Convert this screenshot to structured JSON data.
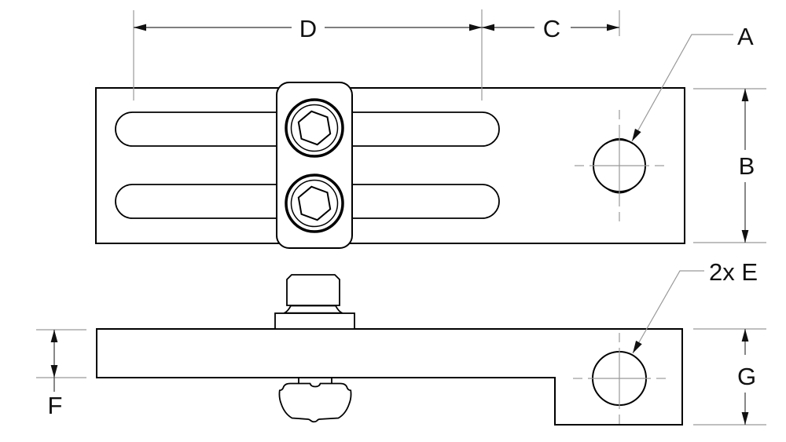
{
  "drawing": {
    "background_color": "#ffffff",
    "outline_color": "#000000",
    "dimension_line_color": "#555555",
    "extension_line_color": "#999999",
    "centerline_color": "#999999",
    "arrow_color": "#111111",
    "text_color": "#111111",
    "labels": {
      "dim_slot_length": "D",
      "dim_slot_to_hole": "C",
      "hole_callout_top": "A",
      "dim_plate_width": "B",
      "dim_bar_thickness": "F",
      "dim_end_height": "G",
      "hole_callout_side": "2x E"
    }
  }
}
